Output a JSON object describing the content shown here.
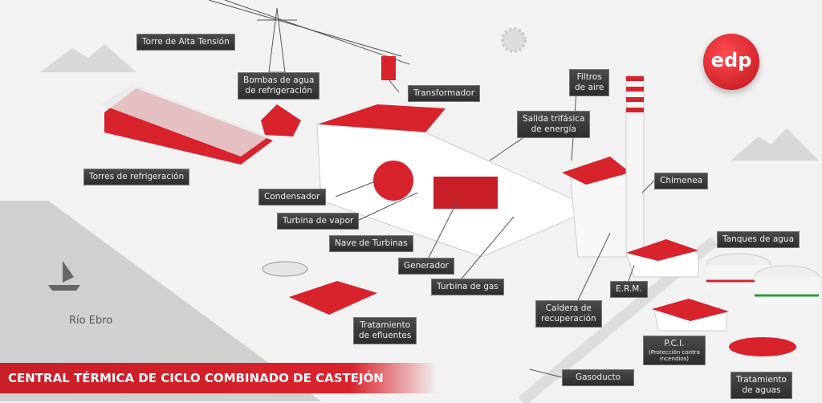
{
  "title": "CENTRAL TÉRMICA DE CICLO COMBINADO DE CASTEJÓN",
  "logo": "edp",
  "river": "Río Ebro",
  "labels": {
    "torre": "Torre de Alta Tensión",
    "bombas1": "Bombas de agua",
    "bombas2": "de refrigeración",
    "transformador": "Transformador",
    "filtros1": "Filtros",
    "filtros2": "de aire",
    "salida1": "Salida trifásica",
    "salida2": "de energía",
    "chimenea": "Chimenea",
    "torres": "Torres de refrigeración",
    "condensador": "Condensador",
    "turbina_vapor": "Turbina de vapor",
    "nave": "Nave de Turbinas",
    "generador": "Generador",
    "turbina_gas": "Turbina de gas",
    "tanques": "Tanques de agua",
    "erm": "E.R.M.",
    "caldera1": "Caldera de",
    "caldera2": "recuperación",
    "efluentes1": "Tratamiento",
    "efluentes2": "de efluentes",
    "pci1": "P.C.I.",
    "pci2": "(Protección contra",
    "pci3": "incendios)",
    "gasoducto": "Gasoducto",
    "aguas1": "Tratamiento",
    "aguas2": "de aguas"
  },
  "colors": {
    "accent": "#d8222c",
    "label_bg": "#3a3a3a"
  }
}
